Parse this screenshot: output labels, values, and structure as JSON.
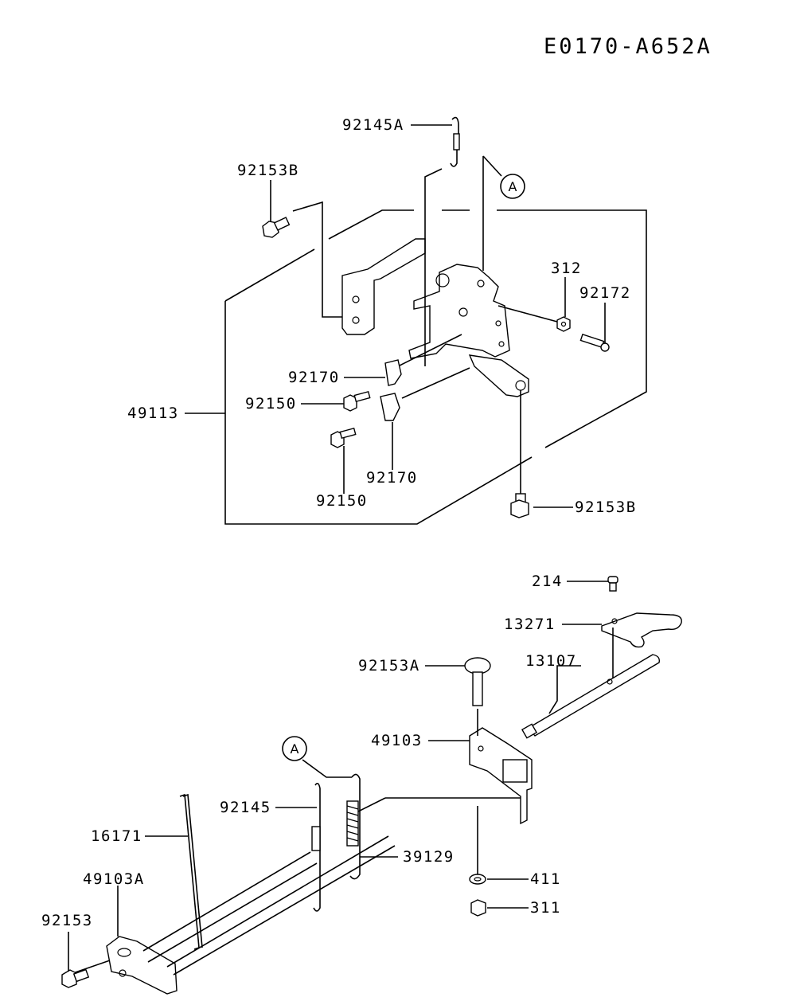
{
  "diagram_code": "E0170-A652A",
  "callout": "A",
  "labels": {
    "p92145A": "92145A",
    "p92153B_top": "92153B",
    "p312": "312",
    "p92172": "92172",
    "p92170_top": "92170",
    "p92150_top": "92150",
    "p49113": "49113",
    "p92170_bot": "92170",
    "p92150_bot": "92150",
    "p92153B_bot": "92153B",
    "p214": "214",
    "p13271": "13271",
    "p92153A": "92153A",
    "p13107": "13107",
    "p49103": "49103",
    "p92145": "92145",
    "p16171": "16171",
    "p39129": "39129",
    "p49103A": "49103A",
    "p411": "411",
    "p92153": "92153",
    "p311": "311"
  }
}
